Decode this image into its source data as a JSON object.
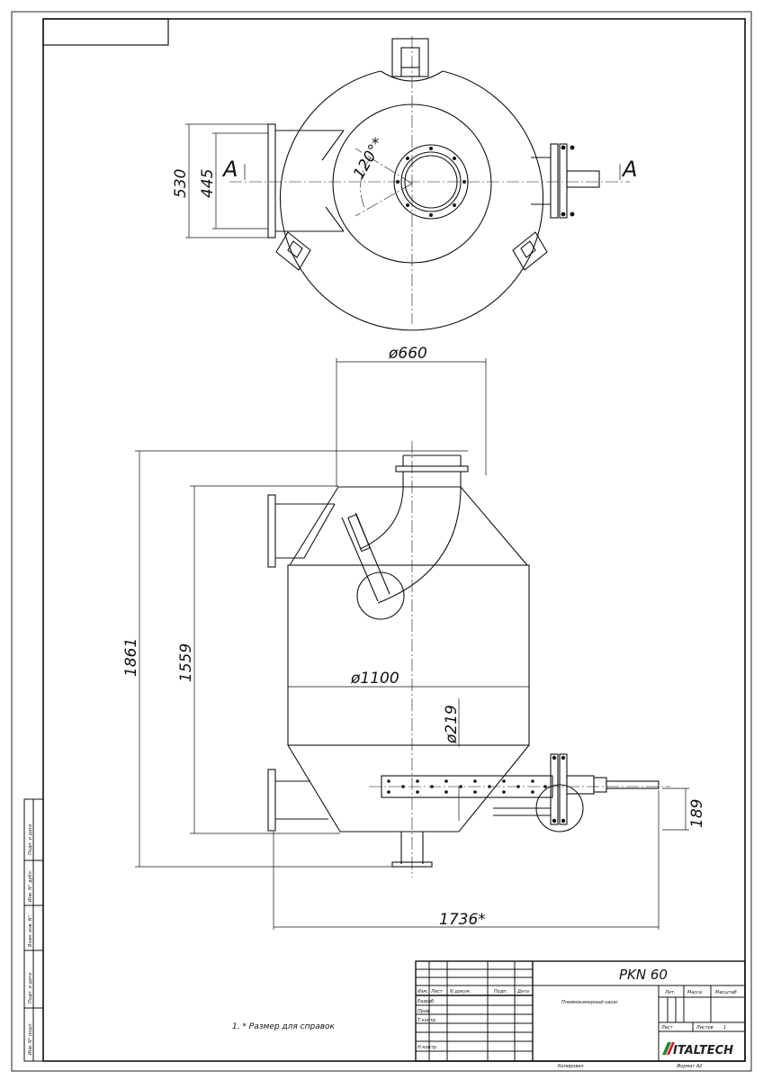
{
  "dimensions": {
    "d530": "530",
    "d445": "445",
    "angle": "120°*",
    "section_left": "A",
    "section_right": "A",
    "d660": "ø660",
    "d1861": "1861",
    "d1559": "1559",
    "d1100": "ø1100",
    "d219": "ø219",
    "d189": "189",
    "d1736": "1736*"
  },
  "note": "1. * Размер для справок",
  "title_block": {
    "designation": "PKN 60",
    "name": "Пневмокамерный насос",
    "hdr_izm": "Изм.",
    "hdr_list": "Лист",
    "hdr_ndoc": "N докум.",
    "hdr_podp": "Подп.",
    "hdr_data": "Дата",
    "row_razrab": "Разраб.",
    "row_prov": "Пров.",
    "row_tkontr": "Т.контр.",
    "row_nkontr": "Н.контр.",
    "lit": "Лит.",
    "massa": "Масса",
    "masshtab": "Масштаб",
    "list": "Лист",
    "listov": "Листов",
    "listov_value": "1",
    "kopiroval": "Копировал",
    "format": "Формат A2",
    "logo": "ITALTECH"
  },
  "side_stamp": {
    "s1": "Подп. и дата",
    "s2": "Инв. N° дубл.",
    "s3": "Взам. инв. N°",
    "s4": "Подп. и дата",
    "s5": "Инв. N° подл."
  }
}
